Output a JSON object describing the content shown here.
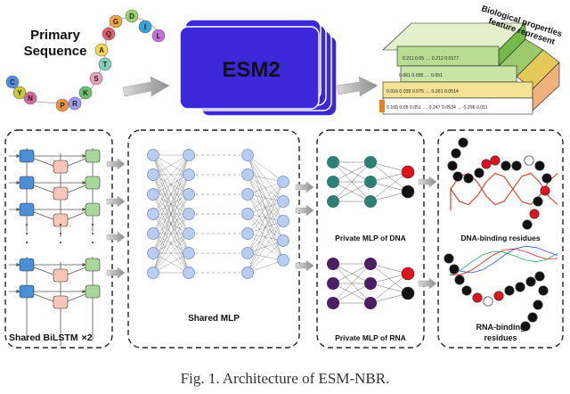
{
  "input": {
    "title_line1": "Primary",
    "title_line2": "Sequence",
    "residues": [
      "G",
      "D",
      "I",
      "L",
      "Q",
      "A",
      "T",
      "S",
      "K",
      "R",
      "P",
      "C",
      "Y",
      "N"
    ]
  },
  "model": {
    "label": "ESM2"
  },
  "features": {
    "title_line1": "Biological properties",
    "title_line2": "feature represent",
    "rows": [
      "0.211 0.05 .... 0.212 0.0177",
      "0.061 0.035 .... 0.051",
      "0.016 0.035 0.075 .... 0.261 0.0514",
      "0.165 0.05 0.051 .... 0.247 0.0534 .... 0.296 0.011"
    ]
  },
  "modules": {
    "bilstm_label": "Shared BiLSTM",
    "bilstm_multiplier": "×2",
    "mlp_label": "Shared MLP",
    "private_dna_label": "Private MLP of DNA",
    "private_rna_label": "Private MLP of RNA",
    "dna_output_label": "DNA-binding residues",
    "rna_output_label_line1": "RNA-binding",
    "rna_output_label_line2": "residues"
  },
  "caption": "Fig. 1. Architecture of ESM-NBR.",
  "colors": {
    "residue_palette": [
      "#f0a63c",
      "#9bd36b",
      "#3aa0d8",
      "#c56cd9",
      "#e35b6b",
      "#f5d84e",
      "#7fd2b9",
      "#e8a0c0",
      "#6cc26b",
      "#9a9af0",
      "#ef8f3c",
      "#4c8fe0",
      "#c9c935",
      "#d46aa0"
    ],
    "esm_fill": "#3b28d8",
    "lstm_blue": "#4a90d9",
    "lstm_pink": "#f6c6b8",
    "lstm_green": "#a7d89b",
    "mlp_node": "#b9cdf0",
    "dna_node": "#2f7f76",
    "rna_node": "#4a1f63",
    "binding_red": "#e0121c"
  }
}
